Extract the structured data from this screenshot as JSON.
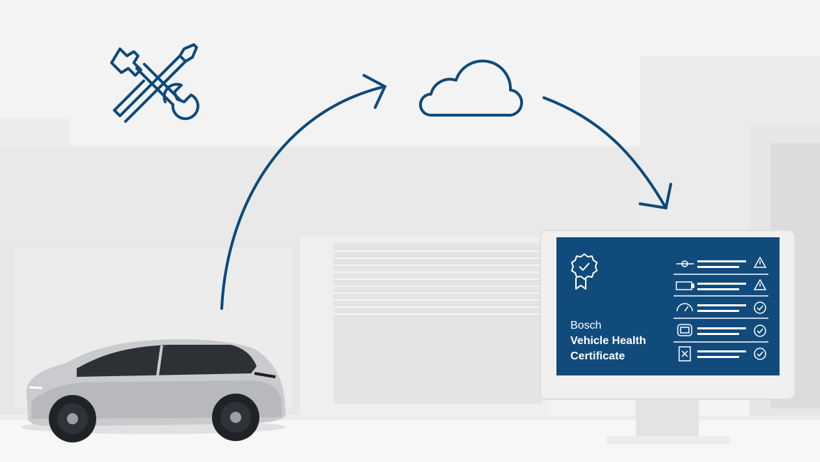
{
  "certificate": {
    "brand": "Bosch",
    "title_line1": "Vehicle Health",
    "title_line2": "Certificate"
  },
  "colors": {
    "accent": "#0c4a7a",
    "screen": "#114b7c",
    "background": "#f2f2f2"
  },
  "icons": {
    "tools": "wrench-screwdriver-icon",
    "cloud": "cloud-icon",
    "badge": "certificate-badge-icon",
    "rows": [
      "brake-icon",
      "battery-icon",
      "gauge-icon",
      "chassis-icon",
      "electrics-icon"
    ],
    "statuses": [
      "warning-icon",
      "warning-icon",
      "check-icon",
      "check-icon",
      "check-icon"
    ]
  }
}
